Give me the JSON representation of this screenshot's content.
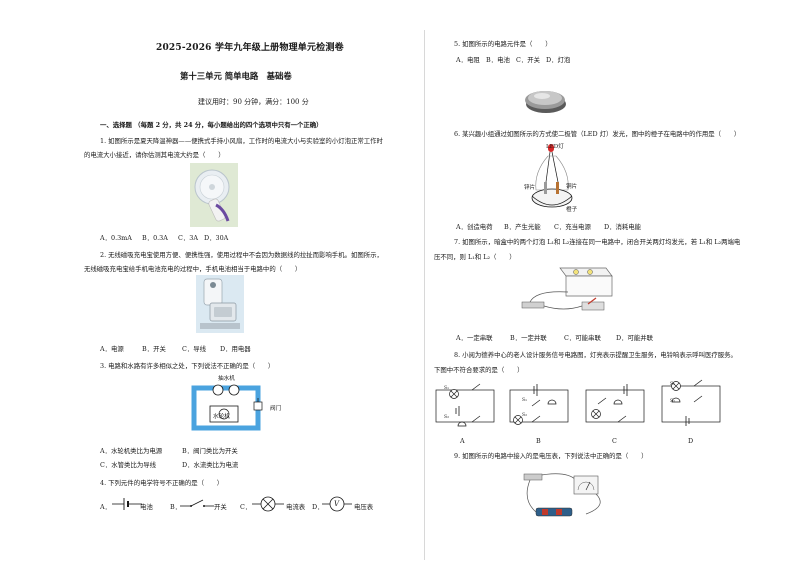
{
  "header": {
    "title": "2025-2026 学年九年级上册物理单元检测卷",
    "subtitle": "第十三单元 简单电路　基础卷",
    "meta": "建议用时：90 分钟，满分：100 分"
  },
  "section1": {
    "heading": "一、选择题 （每题 2 分，共 24 分，每小题给出的四个选项中只有一个正确）"
  },
  "q1": {
    "line1": "1.  如图所示是夏天降温神器——便携式手持小风扇，工作时的电流大小与实验室的小灯泡正常工作时",
    "line2": "的电流大小接近，请你估测其电流大约是（　　）",
    "options": [
      "A．0.3mA",
      "B．0.3A",
      "C．3A",
      "D．30A"
    ]
  },
  "q2": {
    "line1": "2.  无线磁吸充电宝使用方便、便携性强，使用过程中不会因为数据线的拉扯而影响手机。如图所示，",
    "line2": "无线磁吸充电宝给手机电池充电的过程中，手机电池相当于电路中的（　　）",
    "options": [
      "A．电源",
      "B．开关",
      "C．导线",
      "D．用电器"
    ]
  },
  "q3": {
    "line1": "3.  电路和水路有许多相似之处，下列说法不正确的是（　　）",
    "figure_labels": {
      "pump": "抽水机",
      "turbine": "水轮机",
      "valve": "阀门"
    },
    "options": [
      "A．水轮机类比为电源",
      "B．阀门类比为开关",
      "C．水管类比为导线",
      "D．水流类比为电流"
    ]
  },
  "q4": {
    "line1": "4.  下列元件的电学符号不正确的是（　　）",
    "symbols": [
      {
        "letter": "A．",
        "label": "电池"
      },
      {
        "letter": "B．",
        "label": "开关"
      },
      {
        "letter": "C．",
        "label": "电流表"
      },
      {
        "letter": "D．",
        "label": "电压表",
        "glyph": "V"
      }
    ]
  },
  "q5": {
    "line1": "5.  如图所示的电路元件是（　　）",
    "options": [
      "A．电阻",
      "B．电池",
      "C．开关",
      "D．灯泡"
    ]
  },
  "q6": {
    "line1": "6.  某兴趣小组通过如图所示的方式使二极管（LED 灯）发光，图中的橙子在电路中的作用是（　　）",
    "figure_labels": {
      "led": "LED灯",
      "zinc": "锌片",
      "copper": "铜片",
      "orange": "橙子"
    },
    "options": [
      "A．创造电荷",
      "B．产生光能",
      "C．充当电源",
      "D．消耗电能"
    ]
  },
  "q7": {
    "line1": "7.  如图所示，暗盒中的两个灯泡 L₁和 L₂连接在同一电路中，闭合开关两灯均发光，若 L₁和 L₂两端电",
    "line2": "压不同，则 L₁和 L₂（　　）",
    "options": [
      "A．一定串联",
      "B．一定并联",
      "C．可能串联",
      "D．可能并联"
    ]
  },
  "q8": {
    "line1": "8.  小阅为德养中心的老人设计服务信号电路图，灯亮表示提醒卫生服务，电铃响表示呼叫医疗服务。",
    "line2": "下图中不符合要求的是（　　）",
    "diagram_letters": [
      "A",
      "B",
      "C",
      "D"
    ],
    "switch_labels": [
      "S₁",
      "S₂"
    ]
  },
  "q9": {
    "line1": "9.  如图所示的电路中接入的是电压表，下列说法中正确的是（　　）"
  },
  "colors": {
    "ink": "#1a1a1a",
    "led_red": "#d62828",
    "water_blue": "#4aa3df"
  }
}
